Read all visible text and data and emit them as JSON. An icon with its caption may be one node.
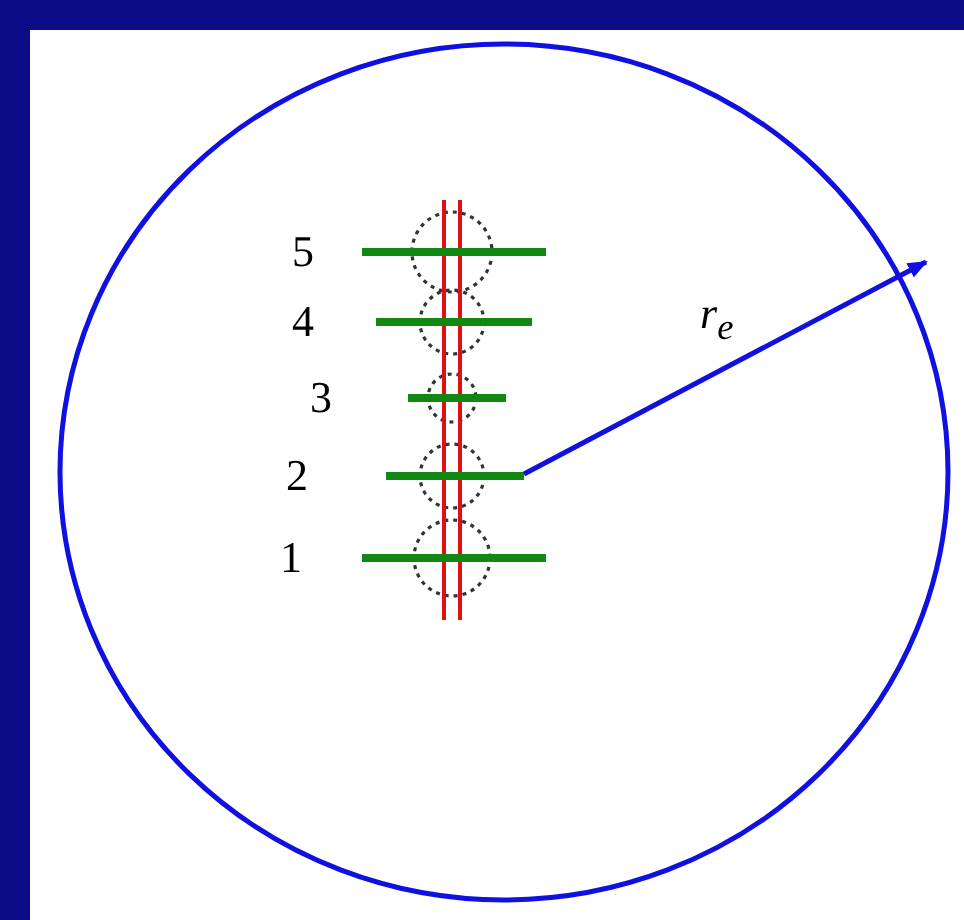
{
  "diagram": {
    "labels": [
      "5",
      "4",
      "3",
      "2",
      "1",
      "r$_{e}$"
    ]
  }
}
